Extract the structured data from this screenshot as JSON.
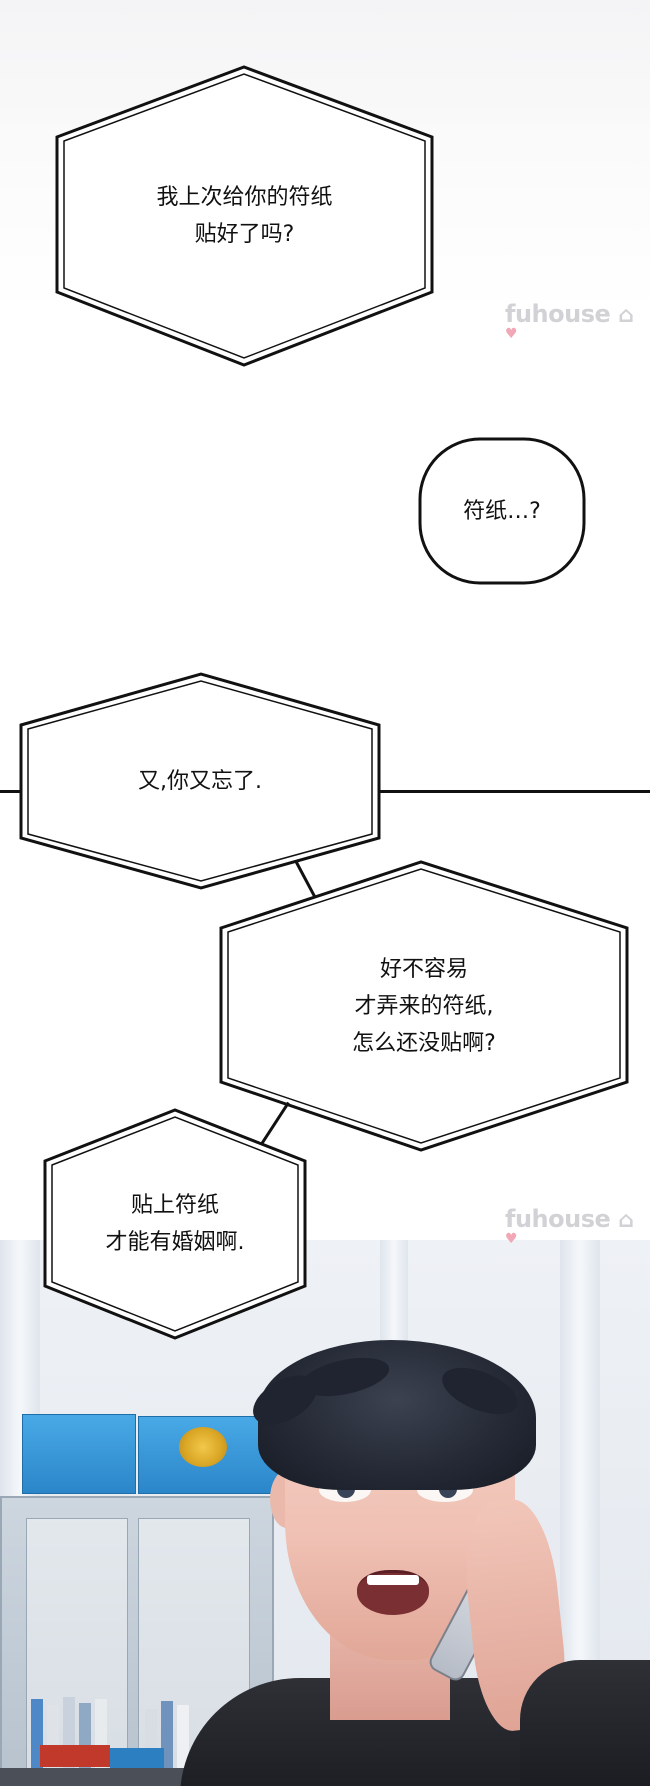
{
  "watermark": {
    "text": "fuhouse",
    "heart": "♥"
  },
  "bubbles": {
    "b1": {
      "line1": "我上次给你的符纸",
      "line2": "贴好了吗?"
    },
    "b2": {
      "line1": "符纸…?"
    },
    "b3": {
      "line1": "又,你又忘了."
    },
    "b4": {
      "line1": "好不容易",
      "line2": "才弄来的符纸,",
      "line3": "怎么还没贴啊?"
    },
    "b5": {
      "line1": "贴上符纸",
      "line2": "才能有婚姻啊."
    }
  },
  "icons": [
    "house-icon",
    "heart-icon",
    "police-badge-icon",
    "phone-icon"
  ],
  "colors": {
    "divider": "#111111",
    "box_blue": "#2b86c9",
    "badge_gold": "#d9a524",
    "hoodie": "#24262c"
  }
}
